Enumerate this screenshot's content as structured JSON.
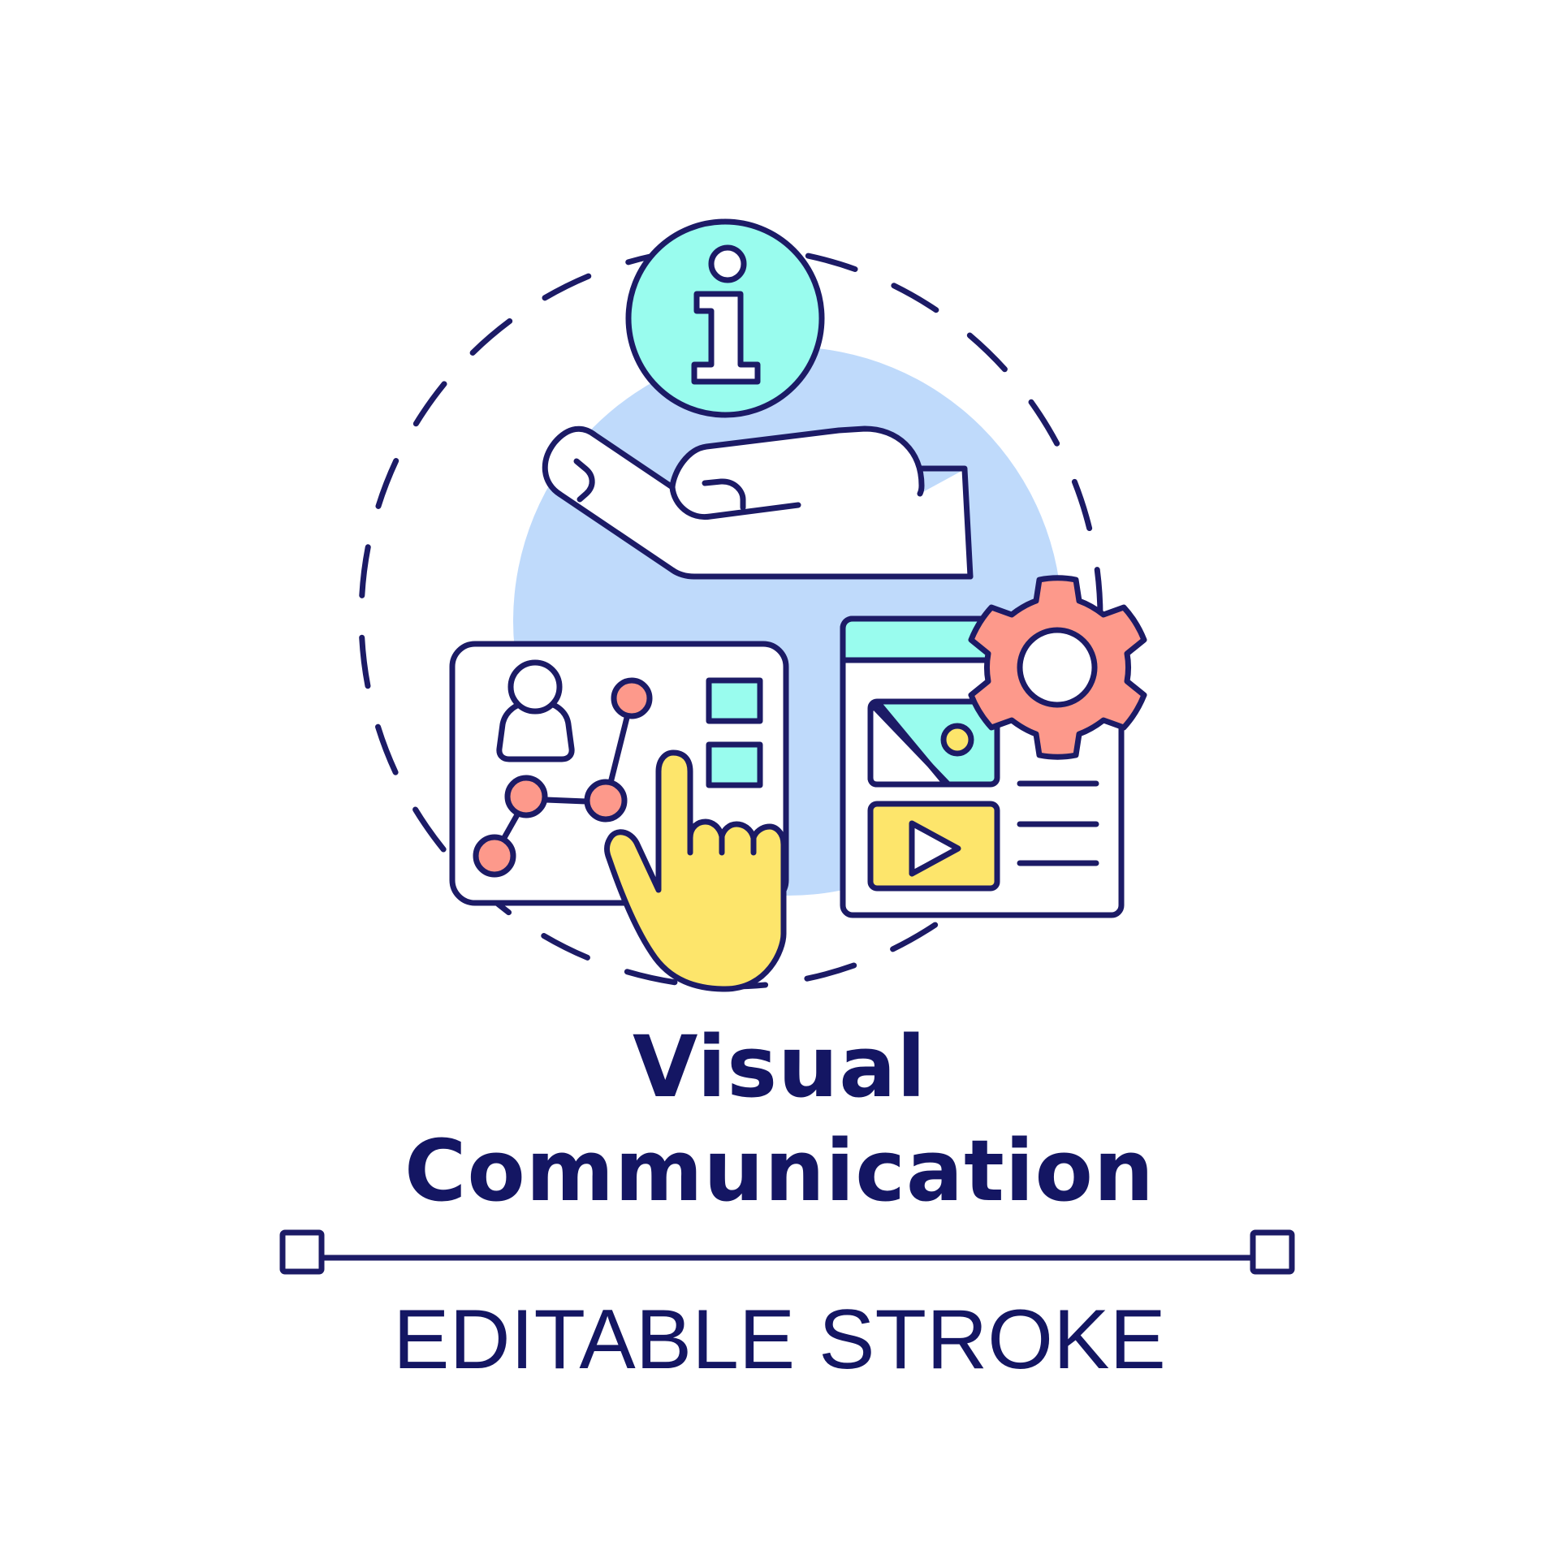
{
  "title": {
    "line1": "Visual",
    "line2": "Communication"
  },
  "caption": "EDITABLE STROKE",
  "colors": {
    "stroke": "#1c1b66",
    "background_circle": "#bfdafb",
    "mint": "#99fcee",
    "coral": "#fd998b",
    "yellow": "#fde56b",
    "white": "#ffffff"
  },
  "icons": [
    "info-icon",
    "open-hand-icon",
    "network-dashboard-icon",
    "pointing-hand-icon",
    "media-window-icon",
    "gear-icon",
    "play-icon",
    "image-icon",
    "user-icon"
  ]
}
